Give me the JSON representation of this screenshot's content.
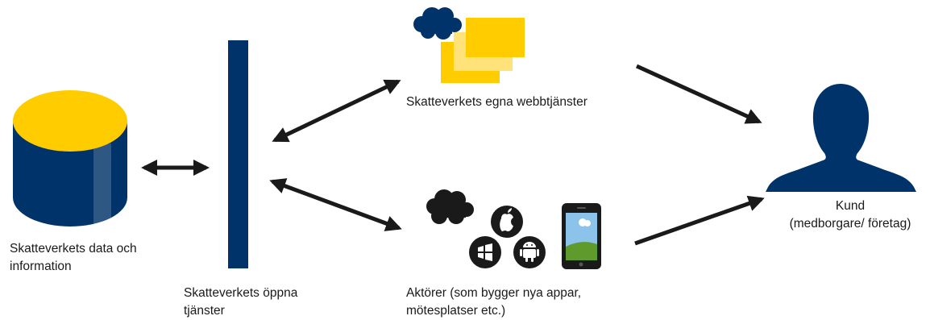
{
  "colors": {
    "navy": "#00336a",
    "yellow": "#ffcc00",
    "yellow_light": "#ffe37a",
    "black": "#1a1a1a",
    "white": "#ffffff",
    "phone_sky": "#8cc3ea",
    "phone_grass": "#5e9a2c"
  },
  "nodes": {
    "data": {
      "icon": "database-icon",
      "label_line1": "Skatteverkets data och",
      "label_line2": "information"
    },
    "services": {
      "icon": "service-bar",
      "label_line1": "Skatteverkets öppna",
      "label_line2": "tjänster"
    },
    "web": {
      "icon": "webpages-cloud-icon",
      "label": "Skatteverkets egna webbtjänster"
    },
    "actors": {
      "icons": [
        "cloud-icon",
        "apple-icon",
        "windows-icon",
        "android-icon",
        "smartphone-icon"
      ],
      "label_line1": "Aktörer (som bygger nya appar,",
      "label_line2": "mötesplatser etc.)"
    },
    "customer": {
      "icon": "person-icon",
      "label_line1": "Kund",
      "label_line2": "(medborgare/ företag)"
    }
  },
  "arrows": [
    {
      "from": "data",
      "to": "services",
      "direction": "both"
    },
    {
      "from": "services",
      "to": "web",
      "direction": "both"
    },
    {
      "from": "services",
      "to": "actors",
      "direction": "both"
    },
    {
      "from": "web",
      "to": "customer",
      "direction": "forward"
    },
    {
      "from": "actors",
      "to": "customer",
      "direction": "forward"
    }
  ]
}
